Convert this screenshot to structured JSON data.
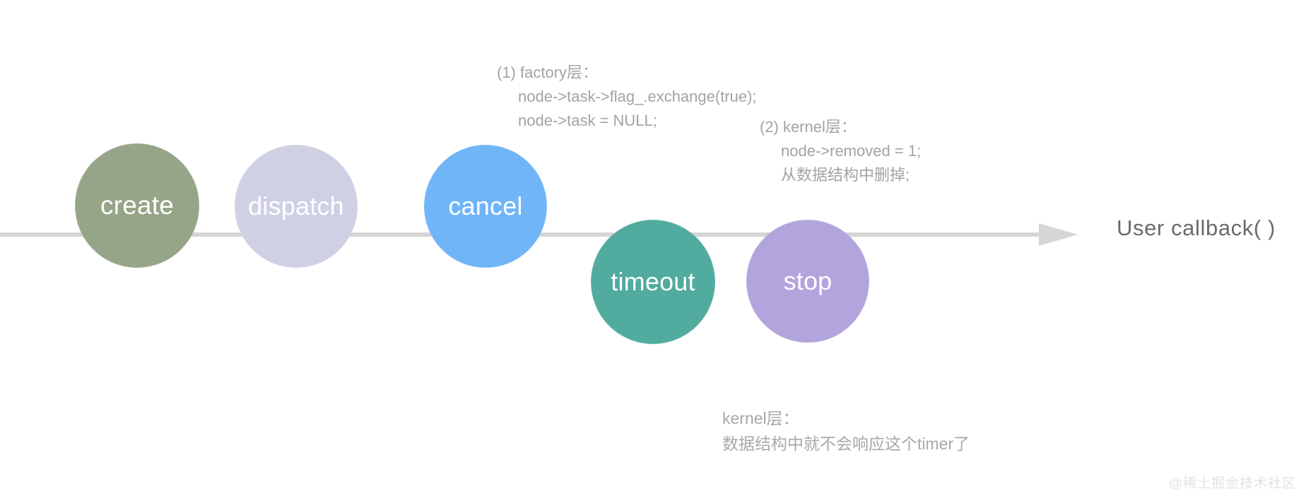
{
  "diagram": {
    "title": "timer lifecycle timeline",
    "axis": {
      "arrow_icon": "arrow-right-icon",
      "color": "#d6d6d6"
    },
    "end_label": "User callback( )",
    "nodes": [
      {
        "id": "create",
        "label": "create",
        "color": "#96a487"
      },
      {
        "id": "dispatch",
        "label": "dispatch",
        "color": "#cfd0e4"
      },
      {
        "id": "cancel",
        "label": "cancel",
        "color": "#6fb5f7"
      },
      {
        "id": "timeout",
        "label": "timeout",
        "color": "#51ab9e"
      },
      {
        "id": "stop",
        "label": "stop",
        "color": "#b2a4dd"
      }
    ],
    "notes": {
      "factory": {
        "heading": "(1) factory层：",
        "lines": [
          "node->task->flag_.exchange(true);",
          "node->task = NULL;"
        ]
      },
      "kernel": {
        "heading": "(2) kernel层：",
        "lines": [
          "node->removed = 1;",
          "从数据结构中删掉;"
        ]
      },
      "timeout": {
        "heading": "kernel层：",
        "lines": [
          "数据结构中就不会响应这个timer了"
        ]
      }
    },
    "watermark": "@稀土掘金技术社区"
  }
}
